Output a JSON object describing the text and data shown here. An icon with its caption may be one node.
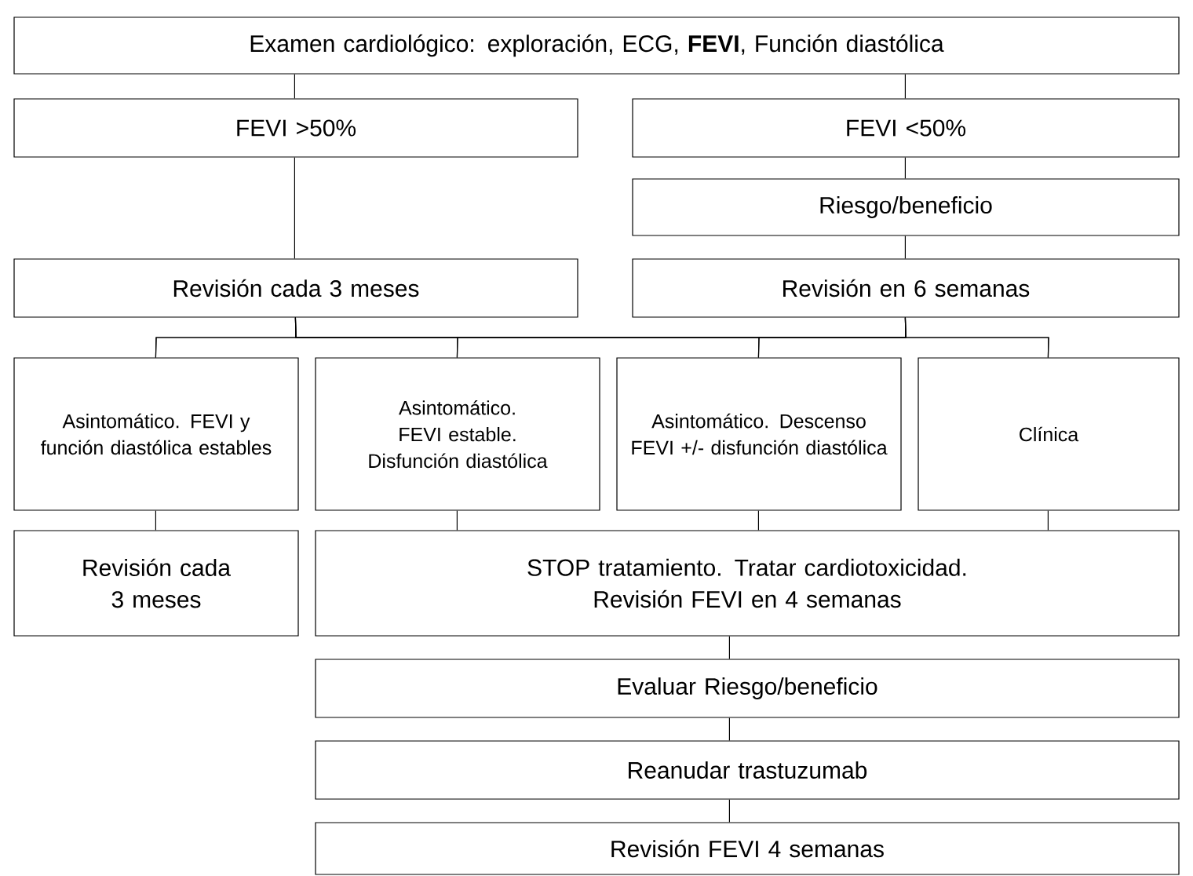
{
  "diagram": {
    "nodes": [
      {
        "text": [
          "Examen cardiológico: exploración, ECG, **FEVI**, Función diastólica"
        ]
      },
      {
        "text": [
          "FEVI >50%"
        ]
      },
      {
        "text": [
          "FEVI <50%"
        ]
      },
      {
        "text": [
          "Riesgo/beneficio"
        ]
      },
      {
        "text": [
          "Revisión cada 3 meses"
        ]
      },
      {
        "text": [
          "Revisión en 6 semanas"
        ]
      },
      {
        "text": [
          "Asintomático. FEVI y función diastólica estables"
        ]
      },
      {
        "text": [
          "Asintomático. FEVI estable. Disfunción diastólica"
        ]
      },
      {
        "text": [
          "Asintomático. Descenso FEVI +/- disfunción diastólica"
        ]
      },
      {
        "text": [
          "Clínica"
        ]
      },
      {
        "text": [
          "Revisión cada 3 meses"
        ]
      },
      {
        "text": [
          "STOP tratamiento. Tratar cardiotoxicidad. Revisión FEVI en 4 semanas"
        ]
      },
      {
        "text": [
          "Evaluar Riesgo/beneficio"
        ]
      },
      {
        "text": [
          "Reanudar trastuzumab"
        ]
      },
      {
        "text": [
          "Revisión FEVI 4 semanas"
        ]
      }
    ],
    "edges": [
      {
        "from": 0,
        "to": 1,
        "arrow": "none"
      },
      {
        "from": 0,
        "to": 2,
        "arrow": "none"
      },
      {
        "from": 1,
        "to": 4,
        "arrow": "none"
      },
      {
        "from": 2,
        "to": 3,
        "arrow": "none"
      },
      {
        "from": 3,
        "to": 5,
        "arrow": "none"
      },
      {
        "from": 4,
        "to": 6,
        "arrow": "none"
      },
      {
        "from": 4,
        "to": 7,
        "arrow": "none"
      },
      {
        "from": 4,
        "to": 8,
        "arrow": "none"
      },
      {
        "from": 4,
        "to": 9,
        "arrow": "none"
      },
      {
        "from": 5,
        "to": 6,
        "arrow": "none"
      },
      {
        "from": 5,
        "to": 7,
        "arrow": "none"
      },
      {
        "from": 5,
        "to": 8,
        "arrow": "none"
      },
      {
        "from": 5,
        "to": 9,
        "arrow": "none"
      },
      {
        "from": 6,
        "to": 10,
        "arrow": "none"
      },
      {
        "from": 7,
        "to": 11,
        "arrow": "none"
      },
      {
        "from": 8,
        "to": 11,
        "arrow": "none"
      },
      {
        "from": 9,
        "to": 11,
        "arrow": "none"
      },
      {
        "from": 11,
        "to": 12,
        "arrow": "none"
      },
      {
        "from": 12,
        "to": 13,
        "arrow": "none"
      },
      {
        "from": 13,
        "to": 14,
        "arrow": "none"
      }
    ]
  }
}
